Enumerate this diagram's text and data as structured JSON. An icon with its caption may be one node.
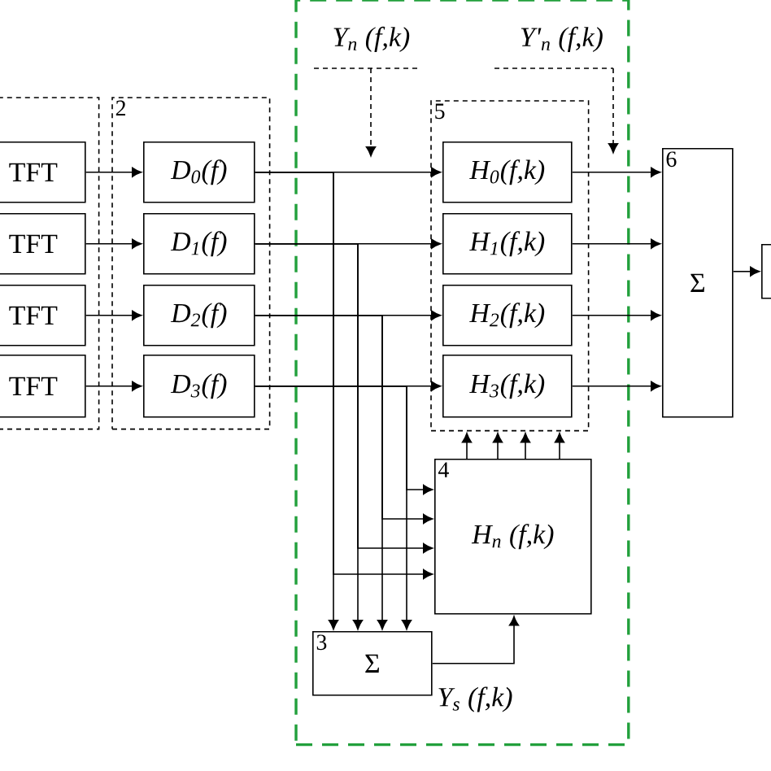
{
  "diagram": {
    "nodes": [
      {
        "text": [],
        "shape": "box"
      },
      {
        "text": [
          "TFT"
        ],
        "in": 0
      },
      {
        "text": [
          "TFT"
        ],
        "in": 0
      },
      {
        "text": [
          "TFT"
        ],
        "in": 0
      },
      {
        "text": [
          "TFT"
        ],
        "in": 0
      },
      {
        "text": [
          "2"
        ]
      },
      {
        "text": [
          "D$_{0}$(f)"
        ],
        "in": 5
      },
      {
        "text": [
          "D$_{1}$(f)"
        ],
        "in": 5
      },
      {
        "text": [
          "D$_{2}$(f)"
        ],
        "in": 5
      },
      {
        "text": [
          "D$_{3}$(f)"
        ],
        "in": 5
      },
      {
        "text": [],
        "shape": "box"
      },
      {
        "text": [
          "Y$_{n}$ (f,k)"
        ],
        "in": 10
      },
      {
        "text": [
          "Y'$_{n}$ (f,k)"
        ],
        "in": 10
      },
      {
        "text": [
          "5"
        ],
        "in": 10
      },
      {
        "text": [
          "H$_{0}$(f,k)"
        ],
        "in": 13
      },
      {
        "text": [
          "H$_{1}$(f,k)"
        ],
        "in": 13
      },
      {
        "text": [
          "H$_{2}$(f,k)"
        ],
        "in": 13
      },
      {
        "text": [
          "H$_{3}$(f,k)"
        ],
        "in": 13
      },
      {
        "text": [
          "4",
          "H$_{n}$ (f,k)"
        ],
        "in": 10
      },
      {
        "text": [
          "3",
          "Σ"
        ],
        "in": 10
      },
      {
        "text": [
          "6",
          "Σ"
        ]
      },
      {
        "text": [],
        "shape": "box"
      }
    ],
    "edges": [
      {
        "from": 1,
        "to": 6,
        "arrow": "to"
      },
      {
        "from": 2,
        "to": 7,
        "arrow": "to"
      },
      {
        "from": 3,
        "to": 8,
        "arrow": "to"
      },
      {
        "from": 4,
        "to": 9,
        "arrow": "to"
      },
      {
        "from": 6,
        "to": 14,
        "arrow": "to"
      },
      {
        "from": 7,
        "to": 15,
        "arrow": "to"
      },
      {
        "from": 8,
        "to": 16,
        "arrow": "to"
      },
      {
        "from": 9,
        "to": 17,
        "arrow": "to"
      },
      {
        "from": 6,
        "to": 19,
        "arrow": "to"
      },
      {
        "from": 7,
        "to": 19,
        "arrow": "to"
      },
      {
        "from": 8,
        "to": 19,
        "arrow": "to"
      },
      {
        "from": 9,
        "to": 19,
        "arrow": "to"
      },
      {
        "from": 6,
        "to": 18,
        "arrow": "to"
      },
      {
        "from": 7,
        "to": 18,
        "arrow": "to"
      },
      {
        "from": 8,
        "to": 18,
        "arrow": "to"
      },
      {
        "from": 9,
        "to": 18,
        "arrow": "to"
      },
      {
        "from": 18,
        "to": 13,
        "arrow": "to"
      },
      {
        "from": 18,
        "to": 13,
        "arrow": "to"
      },
      {
        "from": 18,
        "to": 13,
        "arrow": "to"
      },
      {
        "from": 18,
        "to": 13,
        "arrow": "to"
      },
      {
        "from": 19,
        "to": 18,
        "arrow": "to",
        "label": "Y$_{s}$ (f,k)"
      },
      {
        "from": 14,
        "to": 20,
        "arrow": "to"
      },
      {
        "from": 15,
        "to": 20,
        "arrow": "to"
      },
      {
        "from": 16,
        "to": 20,
        "arrow": "to"
      },
      {
        "from": 17,
        "to": 20,
        "arrow": "to"
      },
      {
        "from": 20,
        "to": 21,
        "arrow": "to"
      },
      {
        "from": 11,
        "to": null,
        "arrow": "to",
        "style": "dashed"
      },
      {
        "from": 12,
        "to": null,
        "arrow": "to",
        "style": "dashed"
      }
    ]
  }
}
